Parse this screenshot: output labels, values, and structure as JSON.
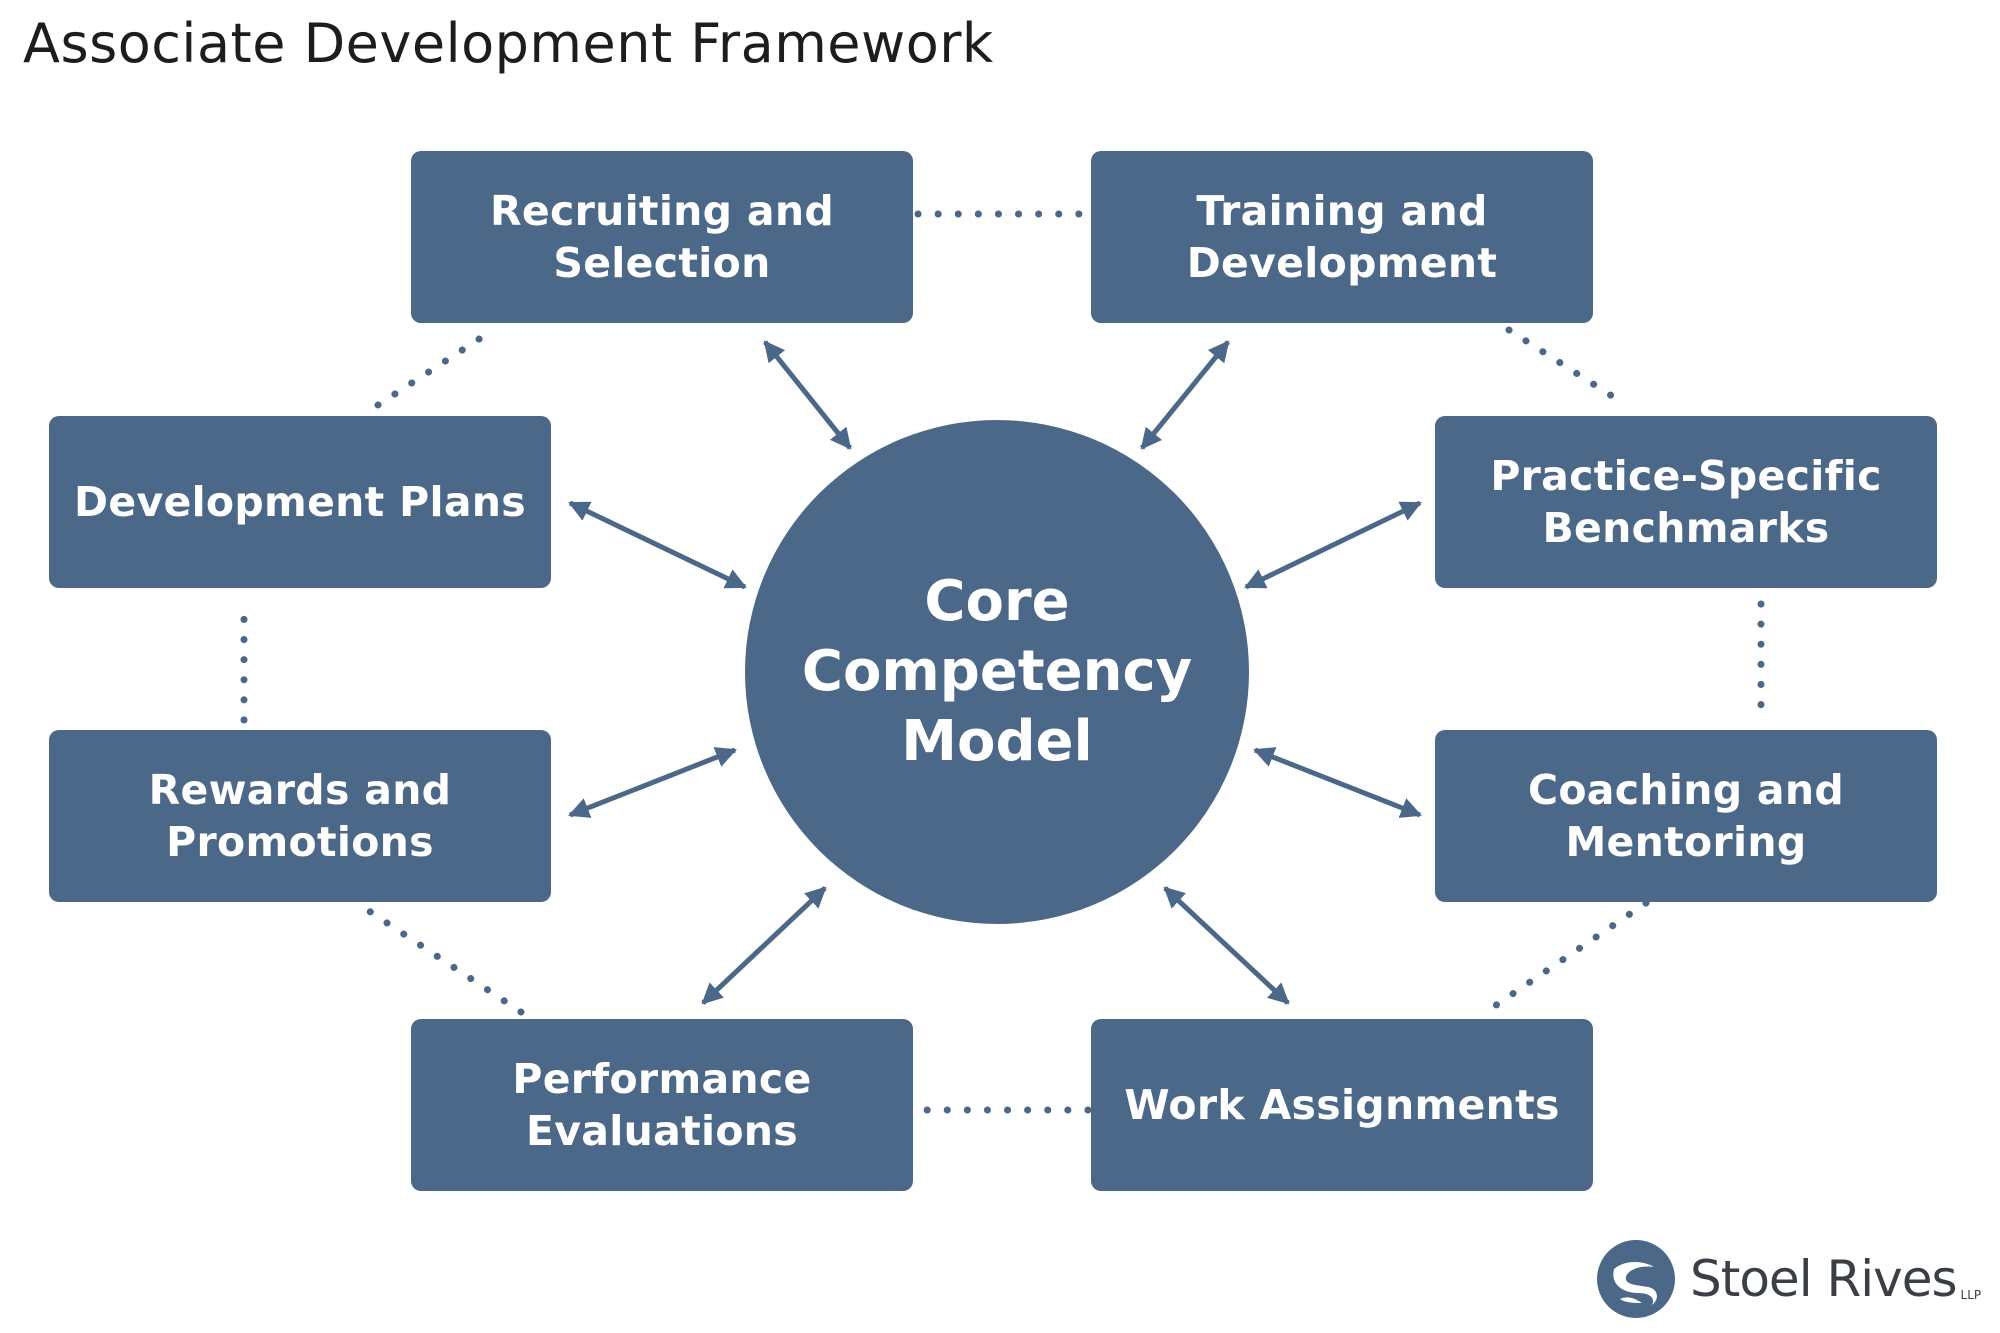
{
  "title": "Associate Development Framework",
  "colors": {
    "box": "#4c6888",
    "connector": "#4c6888",
    "text": "#ffffff"
  },
  "center": {
    "label": "Core\nCompetency\nModel"
  },
  "boxes": [
    {
      "id": "recruiting",
      "label": "Recruiting and\nSelection"
    },
    {
      "id": "training",
      "label": "Training and\nDevelopment"
    },
    {
      "id": "practice",
      "label": "Practice-Specific\nBenchmarks"
    },
    {
      "id": "coaching",
      "label": "Coaching and\nMentoring"
    },
    {
      "id": "work",
      "label": "Work Assignments"
    },
    {
      "id": "performance",
      "label": "Performance\nEvaluations"
    },
    {
      "id": "rewards",
      "label": "Rewards and\nPromotions"
    },
    {
      "id": "development",
      "label": "Development Plans"
    }
  ],
  "logo": {
    "name": "Stoel Rives",
    "suffix": "LLP"
  }
}
